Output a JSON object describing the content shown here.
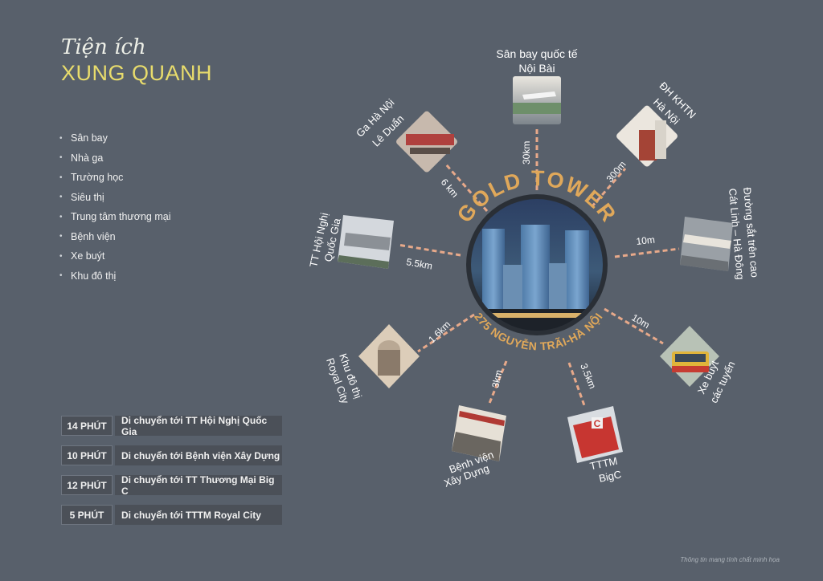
{
  "header": {
    "script_title": "Tiện ích",
    "main_title": "XUNG QUANH"
  },
  "amenities": [
    "Sân bay",
    "Nhà ga",
    "Trường học",
    "Siêu thị",
    "Trung tâm thương mại",
    "Bệnh viện",
    "Xe buýt",
    "Khu đô thị"
  ],
  "travel_times": [
    {
      "time": "14 PHÚT",
      "desc": "Di chuyển tới TT Hội Nghị Quốc Gia"
    },
    {
      "time": "10 PHÚT",
      "desc": "Di chuyển tới Bệnh viện Xây Dựng"
    },
    {
      "time": "12 PHÚT",
      "desc": "Di chuyển tới TT Thương Mại Big C"
    },
    {
      "time": "5 PHÚT",
      "desc": "Di chuyển tới TTTM Royal City"
    }
  ],
  "center": {
    "name": "GOLD TOWER",
    "address": "275 NGUYỄN TRÃI-HÀ NỘI"
  },
  "places": {
    "airport": {
      "line1": "Sân bay quốc tế",
      "line2": "Nội Bài",
      "distance": "30km"
    },
    "station": {
      "line1": "Ga Hà Nội",
      "line2": "Lê Duẩn",
      "distance": "6 km"
    },
    "university": {
      "line1": "ĐH KHTN",
      "line2": "Hà Nội",
      "distance": "300m"
    },
    "conference": {
      "line1": "TT Hội Nghị",
      "line2": "Quốc Gia",
      "distance": "5.5km"
    },
    "railway": {
      "line1": "Đường sắt trên cao",
      "line2": "Cát Linh – Hà Đông",
      "distance": "10m"
    },
    "royal": {
      "line1": "Khu đô thị",
      "line2": "Royal City",
      "distance": "1.6km"
    },
    "bus": {
      "line1": "Xe buýt",
      "line2": "các tuyến",
      "distance": "10m"
    },
    "hospital": {
      "line1": "Bệnh viện",
      "line2": "Xây Dựng",
      "distance": "3km"
    },
    "bigc": {
      "line1": "TTTM",
      "line2": "BigC",
      "distance": "3.5km"
    }
  },
  "footnote": "Thông tin mang tính chất minh họa",
  "colors": {
    "background": "#58606b",
    "gold": "#e0a85a",
    "title_yellow": "#e8dc6c",
    "dashed_line": "#e7a98a"
  }
}
